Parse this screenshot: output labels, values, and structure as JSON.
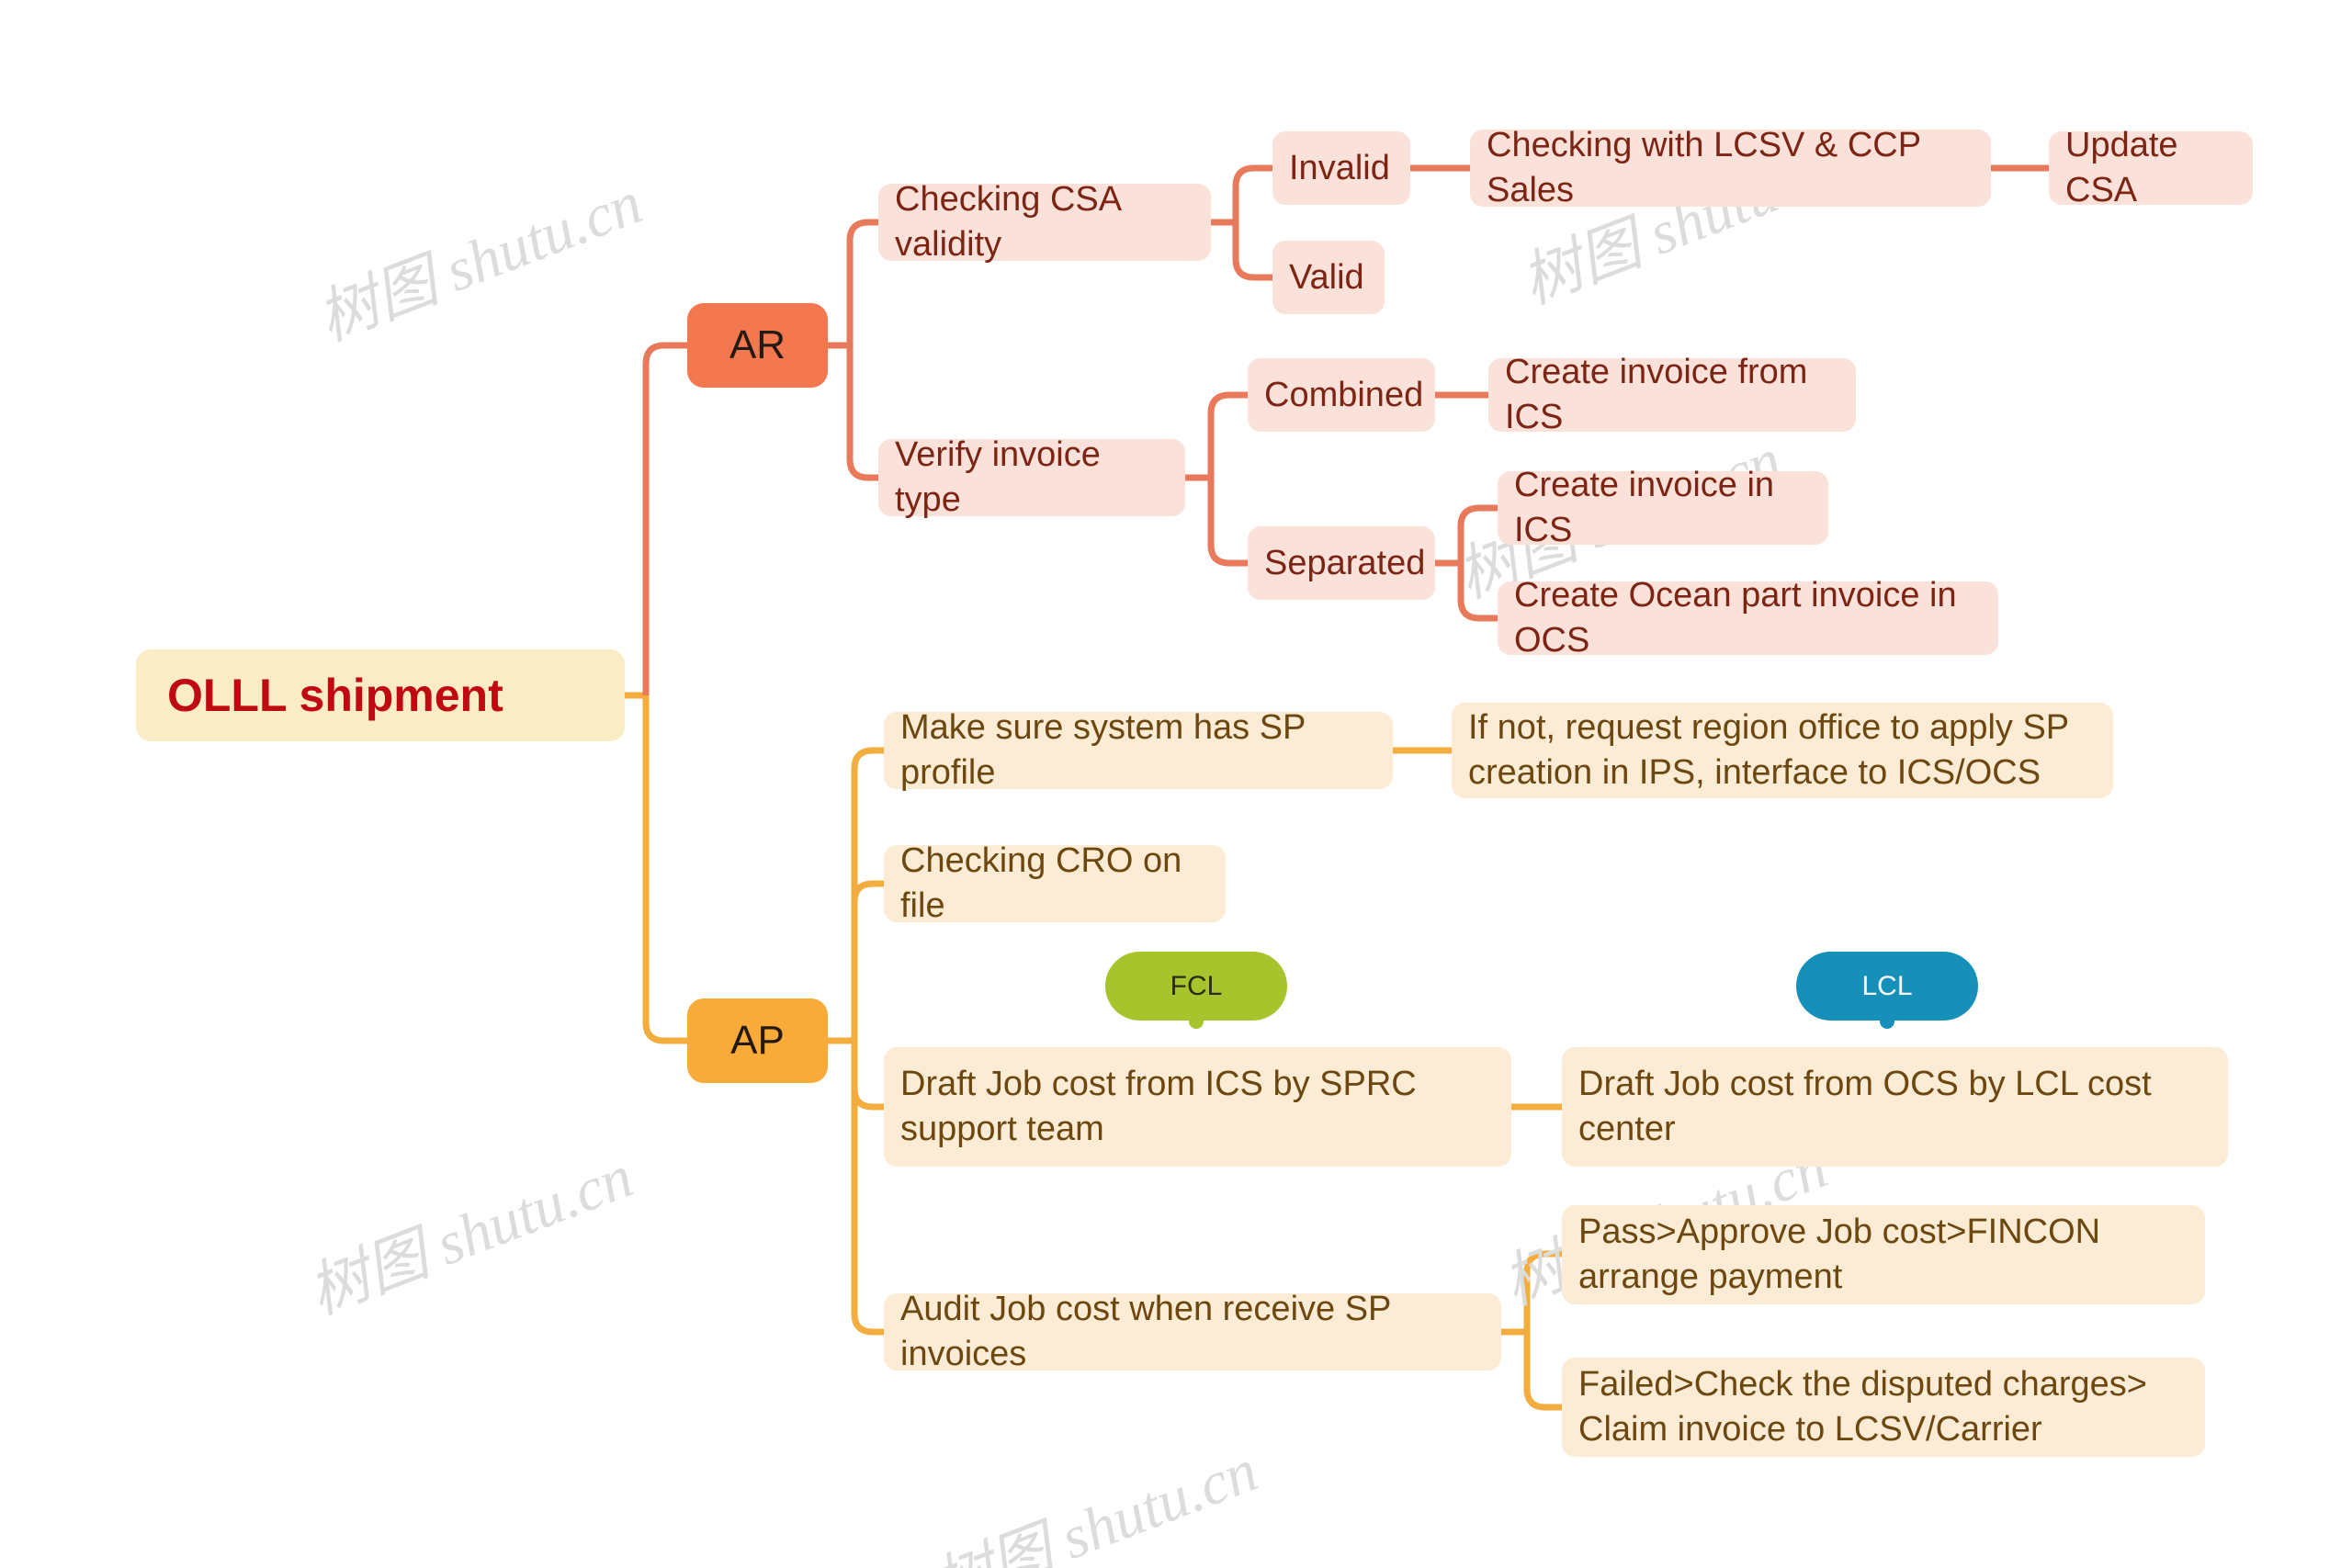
{
  "diagram": {
    "type": "mindmap",
    "watermark_text": "树图 shutu.cn",
    "colors": {
      "root_fill": "#faecc5",
      "root_text": "#c00a12",
      "ar_branch_fill": "#f3784f",
      "ar_node_fill": "#fae2da",
      "ar_node_text": "#7d2514",
      "ar_link": "#e8795a",
      "ap_branch_fill": "#f9ab39",
      "ap_node_fill": "#fcecd5",
      "ap_node_text": "#6d4710",
      "ap_link": "#f3ac3e",
      "fcl_badge": "#a7c42c",
      "lcl_badge": "#1690b8",
      "background": "#ffffff"
    }
  },
  "root": {
    "label": "OLLL shipment"
  },
  "branches": {
    "ar": {
      "label": "AR",
      "children": [
        {
          "label": "Checking CSA validity",
          "children": [
            {
              "label": "Invalid",
              "children": [
                {
                  "label": "Checking with LCSV & CCP Sales",
                  "children": [
                    {
                      "label": "Update CSA"
                    }
                  ]
                }
              ]
            },
            {
              "label": "Valid"
            }
          ]
        },
        {
          "label": "Verify invoice type",
          "children": [
            {
              "label": "Combined",
              "children": [
                {
                  "label": "Create invoice from ICS"
                }
              ]
            },
            {
              "label": "Separated",
              "children": [
                {
                  "label": "Create invoice in ICS"
                },
                {
                  "label": "Create Ocean part invoice in OCS"
                }
              ]
            }
          ]
        }
      ]
    },
    "ap": {
      "label": "AP",
      "children": [
        {
          "label": "Make sure system has SP profile",
          "children": [
            {
              "label": "If not, request region office to apply SP creation in IPS, interface to ICS/OCS"
            }
          ]
        },
        {
          "label": "Checking CRO on file"
        },
        {
          "label": "Draft Job cost from ICS by SPRC support team",
          "badge": "FCL",
          "children": [
            {
              "label": "Draft Job cost from OCS by LCL cost center",
              "badge": "LCL"
            }
          ]
        },
        {
          "label": "Audit Job cost when receive SP invoices",
          "children": [
            {
              "label": "Pass>Approve Job cost>FINCON arrange payment"
            },
            {
              "label": "Failed>Check the disputed charges> Claim invoice to LCSV/Carrier"
            }
          ]
        }
      ]
    }
  },
  "badges": {
    "fcl": "FCL",
    "lcl": "LCL"
  }
}
